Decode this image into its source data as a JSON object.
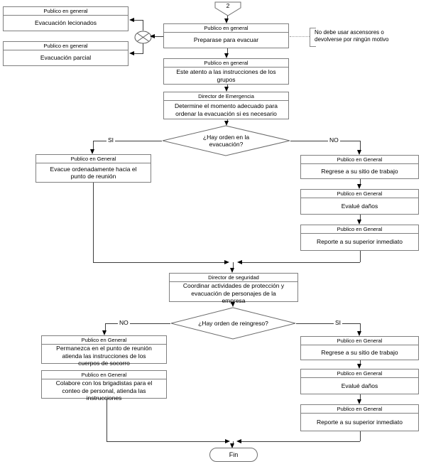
{
  "colors": {
    "background": "#ffffff",
    "box_border": "#7f7f7f",
    "connector_line": "#3d3d3d",
    "arrow": "#000000",
    "text": "#000000"
  },
  "connector": {
    "label": "2"
  },
  "note": {
    "text": "No debe usar ascensores o\ndevolverse por ningún motivo"
  },
  "boxes": {
    "evac_lesionados": {
      "header": "Publico en general",
      "body": "Evacuación lecionados"
    },
    "evac_parcial": {
      "header": "Publico en general",
      "body": "Evacuación parcial"
    },
    "preparese": {
      "header": "Publico en general",
      "body": "Preparase para evacuar"
    },
    "este_atento": {
      "header": "Publico en general",
      "body": "Este atento a las instrucciones de los\ngrupos"
    },
    "determine": {
      "header": "Director de Emergencia",
      "body": "Determine el momento adecuado para\nordenar la evacuación si es necesario"
    },
    "evacue": {
      "header": "Publico en General",
      "body": "Evacue ordenadamente hacia el\npunto de reunión"
    },
    "regrese1": {
      "header": "Publico en General",
      "body": "Regrese a su sitio de trabajo"
    },
    "evalue1": {
      "header": "Publico en General",
      "body": "Evalué daños"
    },
    "reporte1": {
      "header": "Publico en General",
      "body": "Reporte a su superior inmediato"
    },
    "coordinar": {
      "header": "Director de seguridad",
      "body": "Coordinar actividades de protección y\nevacuación de personajes de la\nempresa"
    },
    "permanezca": {
      "header": "Publico en General",
      "body": "Permanezca en el punto de reunión\natienda las instrucciones de los\ncuerpos de socorro"
    },
    "colabore": {
      "header": "Publico en General",
      "body": "Colabore con los brigadistas para el\nconteo de personal, atienda las\ninstrucciones"
    },
    "regrese2": {
      "header": "Publico en General",
      "body": "Regrese a su sitio de trabajo"
    },
    "evalue2": {
      "header": "Publico en General",
      "body": "Evalué daños"
    },
    "reporte2": {
      "header": "Publico en General",
      "body": "Reporte a su superior inmediato"
    }
  },
  "decisions": {
    "d1": {
      "question": "¿Hay orden en la\nevacuación?",
      "yes": "SI",
      "no": "NO"
    },
    "d2": {
      "question": "¿Hay orden de reingreso?",
      "no": "NO",
      "yes": "SI"
    }
  },
  "terminator": {
    "label": "Fin"
  }
}
